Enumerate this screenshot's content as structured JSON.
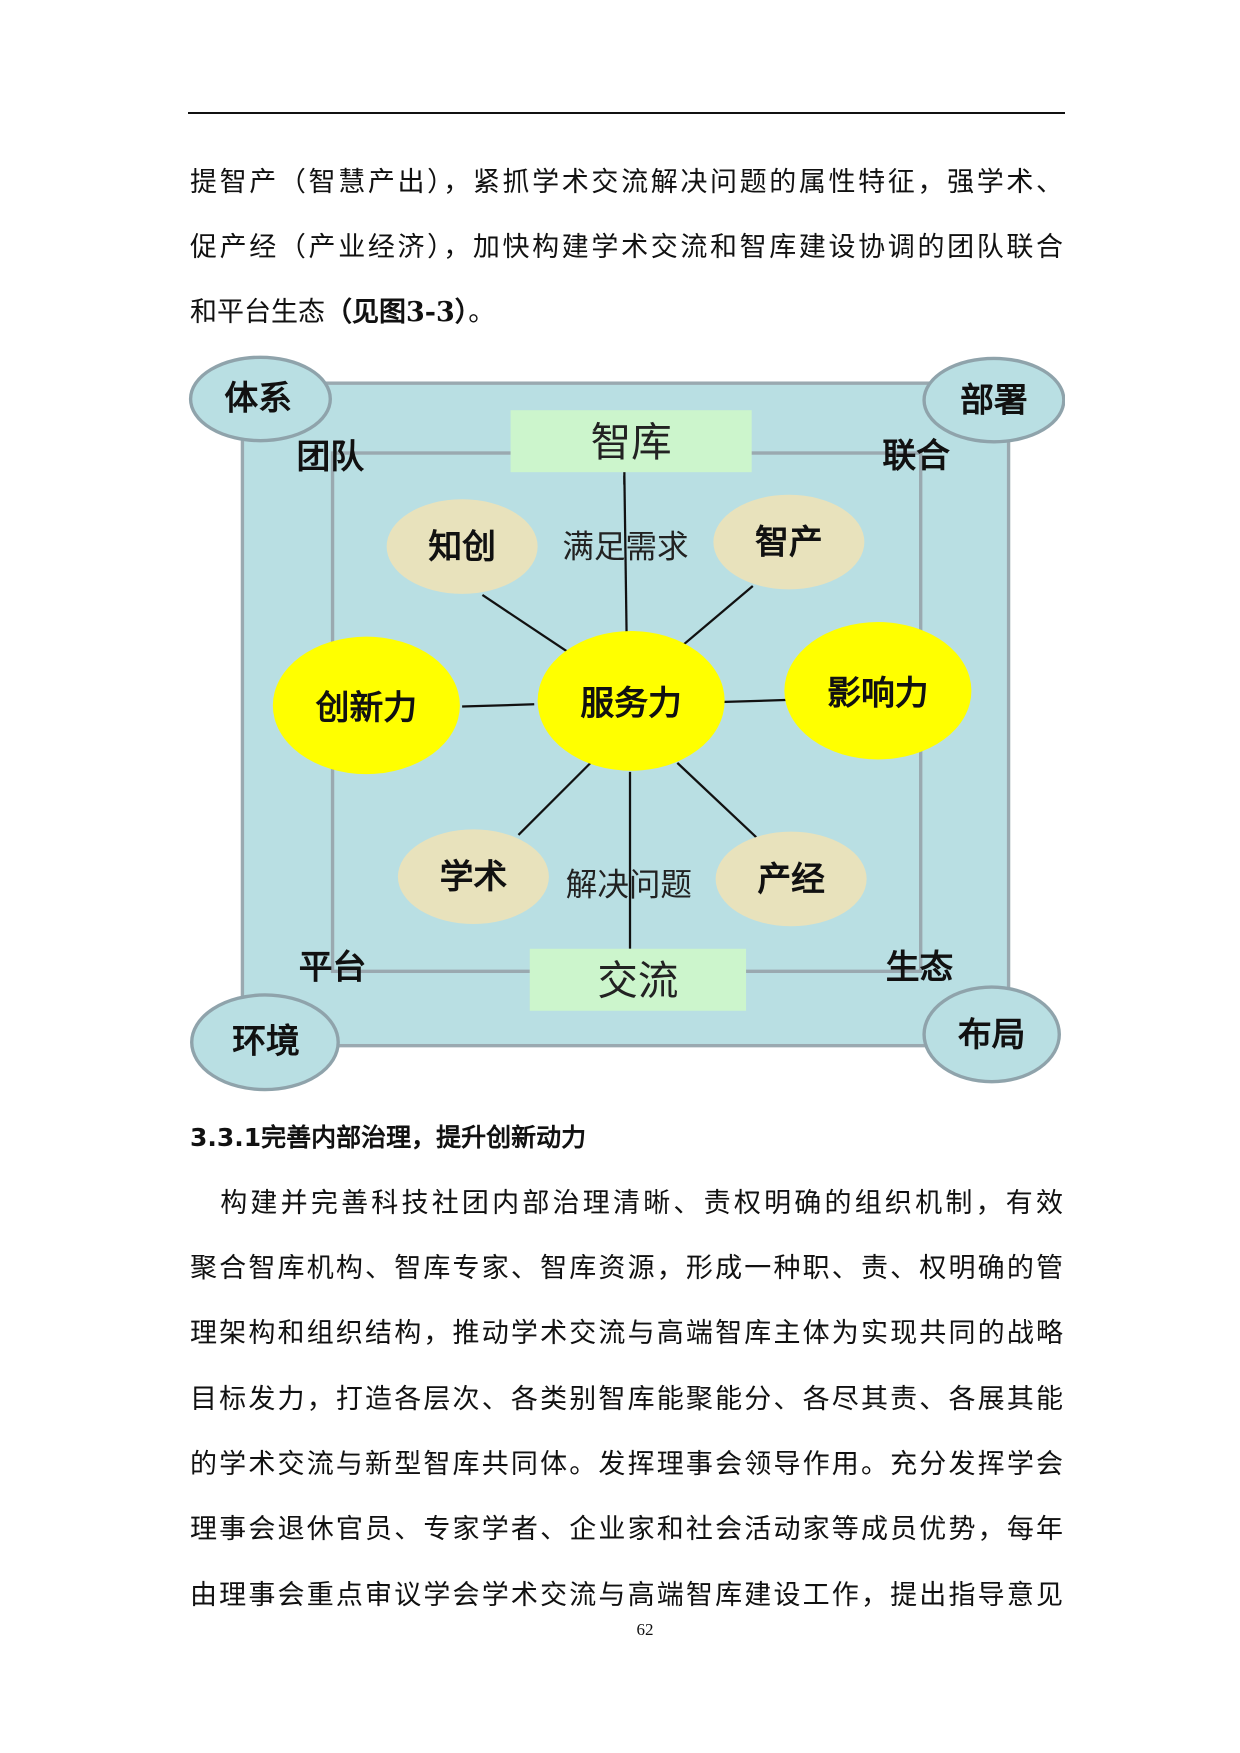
{
  "intro_lines": [
    "提智产（智慧产出），紧抓学术交流解决问题的属性特征，强学术、",
    "促产经（产业经济），加快构建学术交流和智库建设协调的团队联合"
  ],
  "intro_last": {
    "text": "和平台生态",
    "bold": "（见图3-3）",
    "end": "。"
  },
  "diagram": {
    "corners": [
      "体系",
      "部署",
      "环境",
      "布局"
    ],
    "corner_labels": [
      "团队",
      "联合",
      "平台",
      "生态"
    ],
    "top_box": "智库",
    "bottom_box": "交流",
    "top_note": "满足需求",
    "bottom_note": "解决问题",
    "tan": [
      "知创",
      "智产",
      "学术",
      "产经"
    ],
    "yellow": [
      "创新力",
      "服务力",
      "影响力"
    ],
    "colors": {
      "bg": "#b9dfe3",
      "box": "#ccf5cc",
      "tan": "#e8e2bc",
      "yellow": "#ffff00"
    }
  },
  "section_heading": "3.3.1完善内部治理，提升创新动力",
  "body_lines": [
    "　构建并完善科技社团内部治理清晰、责权明确的组织机制，有效",
    "聚合智库机构、智库专家、智库资源，形成一种职、责、权明确的管",
    "理架构和组织结构，推动学术交流与高端智库主体为实现共同的战略",
    "目标发力，打造各层次、各类别智库能聚能分、各尽其责、各展其能",
    "的学术交流与新型智库共同体。发挥理事会领导作用。充分发挥学会",
    "理事会退休官员、专家学者、企业家和社会活动家等成员优势，每年",
    "由理事会重点审议学会学术交流与高端智库建设工作，提出指导意见"
  ],
  "page_number": "62"
}
